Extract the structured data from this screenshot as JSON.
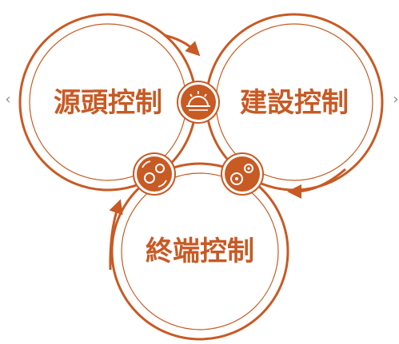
{
  "colors": {
    "accent": "#c85a24",
    "ring": "#c85a24",
    "arrow": "#8a8a8a",
    "background": "#ffffff",
    "icon_fill": "#ffffff"
  },
  "navigation": {
    "prev_glyph": "‹",
    "next_glyph": "›"
  },
  "circles": [
    {
      "id": "source",
      "label": "源頭控制"
    },
    {
      "id": "construction",
      "label": "建設控制"
    },
    {
      "id": "terminal",
      "label": "終端控制"
    }
  ],
  "icons": [
    {
      "id": "top",
      "name": "gear-sun-icon"
    },
    {
      "id": "left",
      "name": "gear-cycle-icon"
    },
    {
      "id": "right",
      "name": "gears-icon"
    }
  ]
}
